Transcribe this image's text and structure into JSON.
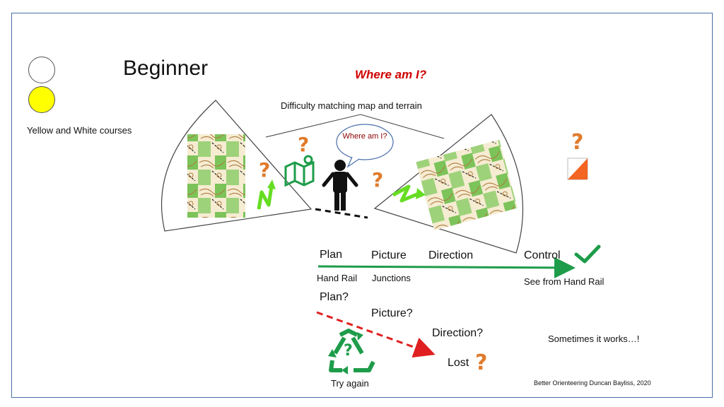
{
  "slide": {
    "title": "Beginner",
    "subtitle": "Where am I?",
    "courses_label": "Yellow and White courses",
    "difficulty_label": "Difficulty matching map and terrain",
    "speech_bubble": "Where am I?",
    "question_mark": "?",
    "success_path": {
      "steps": [
        "Plan",
        "Picture",
        "Direction",
        "Control"
      ],
      "notes": [
        "Hand Rail",
        "Junctions",
        "See from Hand Rail"
      ]
    },
    "failure_path": {
      "steps": [
        "Plan?",
        "Picture?",
        "Direction?"
      ],
      "lost_label": "Lost",
      "try_again_label": "Try again"
    },
    "sometimes_label": "Sometimes it works…!",
    "credit": "Better  Orienteering Duncan Bayliss, 2020",
    "colors": {
      "yellow_course": "#ffff00",
      "white_course": "#ffffff",
      "success_arrow": "#1e9c4a",
      "failure_arrow": "#e02020",
      "subtitle": "#d00000",
      "question_mark": "#e07b2c",
      "control_flag": "#f26522",
      "north_arrow": "#66dd22"
    },
    "icons": [
      "white-circle-icon",
      "yellow-circle-icon",
      "map-pin-icon",
      "person-icon",
      "north-arrow-icon",
      "control-flag-icon",
      "checkmark-icon",
      "recycle-icon"
    ]
  }
}
